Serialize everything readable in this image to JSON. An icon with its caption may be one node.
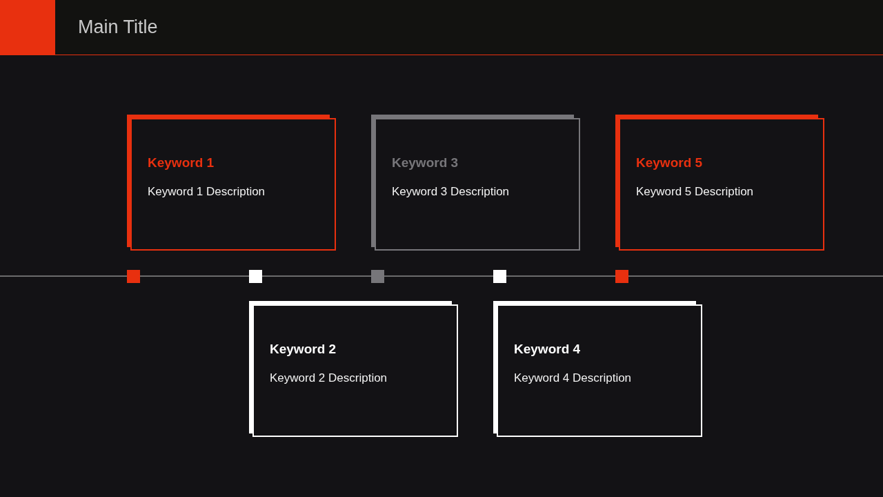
{
  "diagram": {
    "title": "Main Title",
    "nodes": [
      {
        "text": [
          "Keyword 1",
          "Keyword 1 Description"
        ]
      },
      {
        "text": [
          "Keyword 2",
          "Keyword 2 Description"
        ]
      },
      {
        "text": [
          "Keyword 3",
          "Keyword 3 Description"
        ]
      },
      {
        "text": [
          "Keyword 4",
          "Keyword 4 Description"
        ]
      },
      {
        "text": [
          "Keyword 5",
          "Keyword 5 Description"
        ]
      }
    ]
  }
}
